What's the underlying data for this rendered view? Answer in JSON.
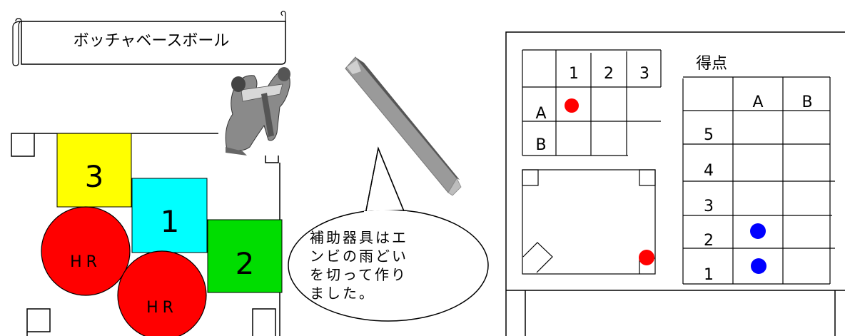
{
  "banner": {
    "title": "ボッチャベースボール"
  },
  "field": {
    "zones": [
      {
        "label": "3",
        "color": "#ffff00"
      },
      {
        "label": "1",
        "color": "#00ffff"
      },
      {
        "label": "2",
        "color": "#00dd00"
      }
    ],
    "homerun_circles": [
      {
        "label": "HR",
        "color": "#ff0000"
      },
      {
        "label": "HR",
        "color": "#ff0000"
      }
    ]
  },
  "speech_bubble": {
    "lines": [
      "補助器具はエ",
      "ンビの雨どい",
      "を切って作り",
      "ました。"
    ]
  },
  "inning_table": {
    "columns": [
      "1",
      "2",
      "3"
    ],
    "rows": [
      "A",
      "B"
    ],
    "marker": {
      "row": "A",
      "column": "1",
      "color": "#ff0000"
    }
  },
  "score_table": {
    "title": "得点",
    "columns": [
      "A",
      "B"
    ],
    "rows": [
      "5",
      "4",
      "3",
      "2",
      "1"
    ],
    "markers": [
      {
        "row": "2",
        "column": "A",
        "color": "#0000ff"
      },
      {
        "row": "1",
        "column": "A",
        "color": "#0000ff"
      }
    ]
  },
  "mini_field": {
    "ball_color": "#ff0000"
  }
}
